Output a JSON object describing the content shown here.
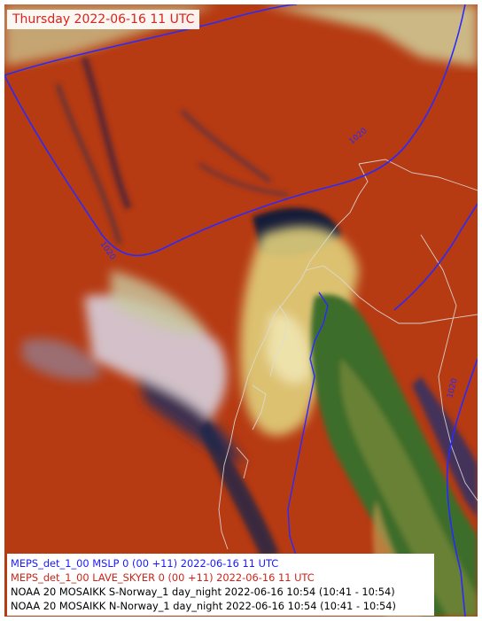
{
  "title": "Thursday 2022-06-16 11 UTC",
  "isobar_label": "1020",
  "legend": [
    {
      "text": "MEPS_det_1_00 MSLP 0 (00 +11) 2022-06-16 11 UTC",
      "color": "#1a1aff"
    },
    {
      "text": "MEPS_det_1_00 LAVE_SKYER 0 (00 +11) 2022-06-16 11 UTC",
      "color": "#c8261a"
    },
    {
      "text": "NOAA 20 MOSAIKK S-Norway_1 day_night 2022-06-16 10:54 (10:41 - 10:54)",
      "color": "#000000"
    },
    {
      "text": "NOAA 20 MOSAIKK N-Norway_1 day_night 2022-06-16 10:54 (10:41 - 10:54)",
      "color": "#000000"
    }
  ],
  "colors": {
    "low_cloud": "#b83a10",
    "isobar": "#2a2aff",
    "coastline": "#d8d8d8",
    "title_text": "#e0201a",
    "sea_dark": "#1a1f3a",
    "land_green": "#3a6a2a"
  }
}
